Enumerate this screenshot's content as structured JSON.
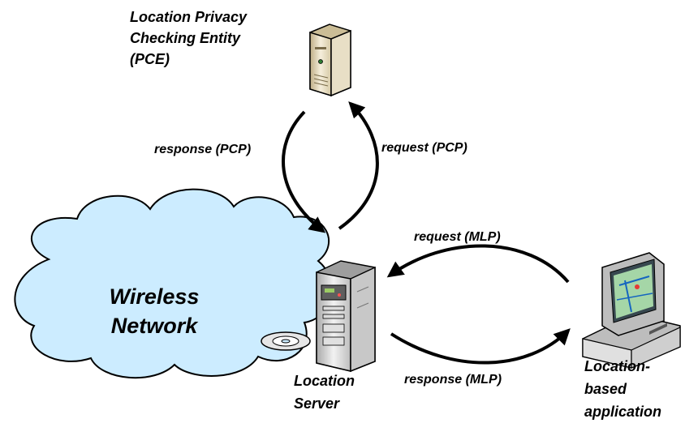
{
  "pce": {
    "label_line1": "Location Privacy",
    "label_line2": "Checking Entity",
    "label_line3": "(PCE)"
  },
  "cloud": {
    "label_line1": "Wireless",
    "label_line2": "Network",
    "fill": "#ccecff"
  },
  "location_server": {
    "label_line1": "Location",
    "label_line2": "Server"
  },
  "application": {
    "label_line1": "Location-",
    "label_line2": "based",
    "label_line3": "application"
  },
  "edges": {
    "pce_response": "response (PCP)",
    "pce_request": "request (PCP)",
    "mlp_request": "request (MLP)",
    "mlp_response": "response (MLP)"
  }
}
